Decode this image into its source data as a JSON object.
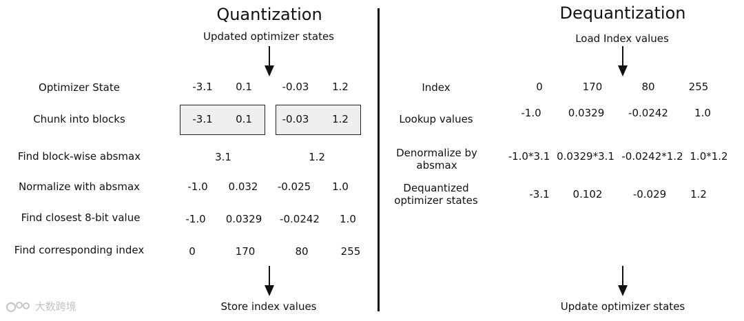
{
  "quantization": {
    "title": "Quantization",
    "top_label": "Updated optimizer states",
    "bottom_label": "Store index values",
    "rows": [
      {
        "label": "Optimizer State",
        "values": [
          "-3.1",
          "0.1",
          "-0.03",
          "1.2"
        ]
      },
      {
        "label": "Chunk into blocks",
        "values": [
          "-3.1",
          "0.1",
          "-0.03",
          "1.2"
        ]
      },
      {
        "label": "Find block-wise absmax",
        "values": [
          "3.1",
          "1.2"
        ]
      },
      {
        "label": "Normalize with absmax",
        "values": [
          "-1.0",
          "0.032",
          "-0.025",
          "1.0"
        ]
      },
      {
        "label": "Find closest 8-bit value",
        "values": [
          "-1.0",
          "0.0329",
          "-0.0242",
          "1.0"
        ]
      },
      {
        "label": "Find corresponding index",
        "values": [
          "0",
          "170",
          "80",
          "255"
        ]
      }
    ]
  },
  "dequantization": {
    "title": "Dequantization",
    "top_label": "Load Index values",
    "bottom_label": "Update optimizer states",
    "rows": [
      {
        "label": "Index",
        "values": [
          "0",
          "170",
          "80",
          "255"
        ]
      },
      {
        "label": "Lookup values",
        "values": [
          "-1.0",
          "0.0329",
          "-0.0242",
          "1.0"
        ]
      },
      {
        "label": "Denormalize by absmax",
        "values": [
          "-1.0*3.1",
          "0.0329*3.1",
          "-0.0242*1.2",
          "1.0*1.2"
        ]
      },
      {
        "label": "Dequantized optimizer states",
        "values": [
          "-3.1",
          "0.102",
          "-0.029",
          "1.2"
        ]
      }
    ]
  },
  "watermark": "大数跨境"
}
